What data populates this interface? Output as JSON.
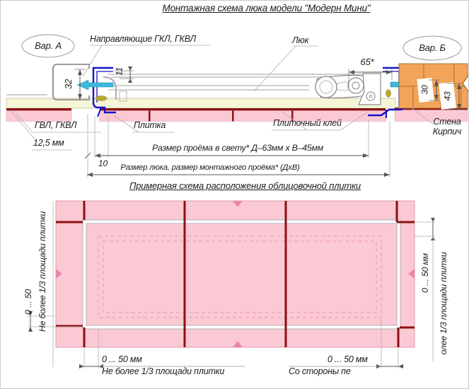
{
  "title": "Монтажная схема люка модели \"Модерн Мини\"",
  "top": {
    "variant_a": "Вар. А",
    "variant_b": "Вар. Б",
    "guides": "Направляющие ГКЛ, ГКВЛ",
    "hatch": "Люк",
    "gvl": "ГВЛ, ГКВЛ",
    "gvl_thickness": "12,5 мм",
    "tile": "Плитка",
    "tile_glue": "Плиточный клей",
    "wall_line1": "Стена",
    "wall_line2": "Кирпич",
    "dims": {
      "profile_height": "32",
      "rim_gap": "11",
      "wall_offset": "65*",
      "frame_depth": "30",
      "wall_depth": "43",
      "tile_gap": "10",
      "clear_opening": "Размер проёма в свету* Д–63мм х В–45мм",
      "hatch_size": "Размер люка, размер монтажного проёма* (ДхВ)"
    }
  },
  "bottom": {
    "subtitle": "Примерная схема расположения облицовочной плитки",
    "left_note": "Не более 1/3 площади плитки",
    "left_dim": "0 ... 50",
    "right_dim": "0 ... 50 мм",
    "right_note": "олее 1/3 площади плитки",
    "bottom_left_dim": "0 ... 50 мм",
    "bottom_left_note": "Не более 1/3 площади плитки",
    "bottom_right_dim": "0 ... 50 мм",
    "bottom_right_note": "Со стороны пе"
  },
  "colors": {
    "tile_pink": "#fbc9d4",
    "joint_red": "#8b1010",
    "frame_blue": "#1414c8",
    "screw_cyan": "#3cb9dc",
    "brick_orange": "#f3a458",
    "board_cream": "#f7f5d8",
    "clip_olive": "#b9a92f"
  }
}
